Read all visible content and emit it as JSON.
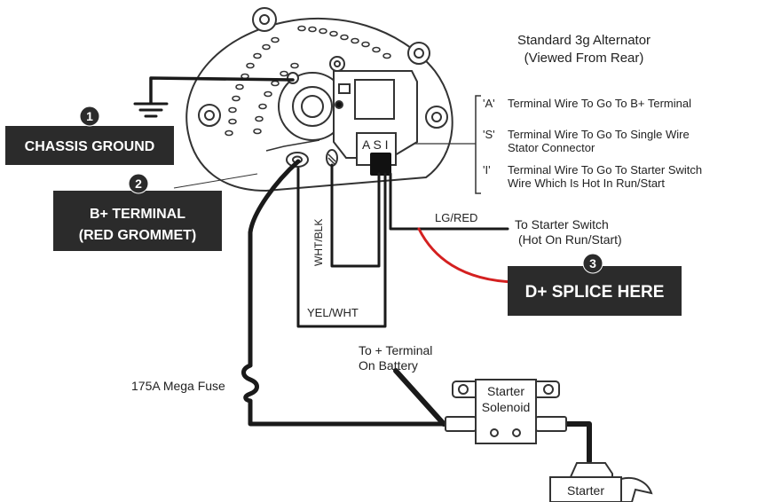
{
  "title": {
    "line1": "Standard 3g Alternator",
    "line2": "(Viewed From Rear)"
  },
  "terminal_notes": [
    {
      "code": "'A'",
      "text1": "Terminal Wire To Go To B+ Terminal",
      "text2": ""
    },
    {
      "code": "'S'",
      "text1": "Terminal Wire To Go To Single Wire",
      "text2": "Stator Connector"
    },
    {
      "code": "'I'",
      "text1": "Terminal Wire To Go To Starter Switch",
      "text2": "Wire Which Is Hot In Run/Start"
    }
  ],
  "terminal_letters": "A S I",
  "callouts": [
    {
      "number": "1",
      "line1": "CHASSIS GROUND",
      "line2": ""
    },
    {
      "number": "2",
      "line1": "B+  TERMINAL",
      "line2": "(RED GROMMET)"
    },
    {
      "number": "3",
      "line1": "D+ SPLICE HERE",
      "line2": ""
    }
  ],
  "wire_labels": {
    "wht_blk": "WHT/BLK",
    "yel_wht": "YEL/WHT",
    "lg_red": "LG/RED"
  },
  "starter_switch": {
    "line1": "To Starter Switch",
    "line2": "(Hot On Run/Start)"
  },
  "battery": {
    "line1": "To + Terminal",
    "line2": "On Battery"
  },
  "fuse_label": "175A Mega Fuse",
  "solenoid": {
    "line1": "Starter",
    "line2": "Solenoid"
  },
  "starter_label": "Starter",
  "colors": {
    "callout_bg": "#2b2b2b",
    "wire": "#1a1a1a",
    "splice_wire": "#d42020",
    "outline": "#333333"
  }
}
